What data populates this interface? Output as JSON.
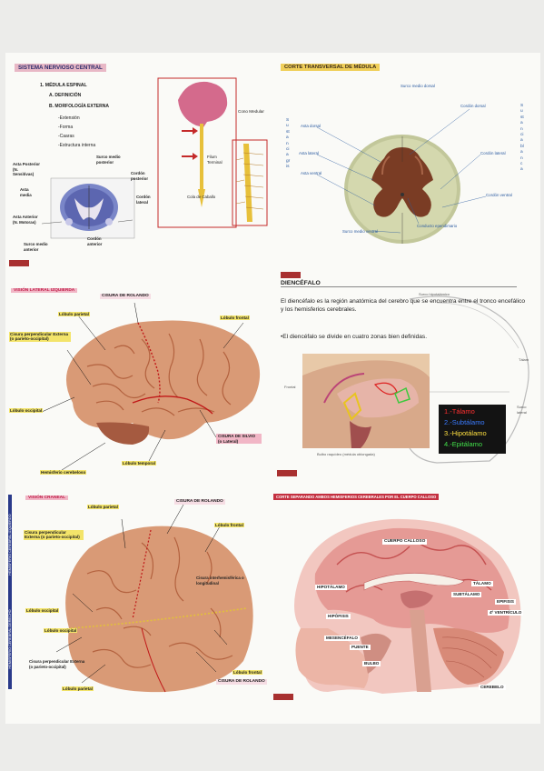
{
  "p1": {
    "title": "SISTEMA NERVIOSO CENTRAL",
    "list": [
      "1. MÉDULA ESPINAL",
      "A. DEFINICIÓN",
      "B. MORFOLOGÍA EXTERNA",
      "-Extensión",
      "-Forma",
      "-Caaras",
      "-Estructura interna"
    ],
    "cono_medular": "Cono Medular",
    "filum_terminal": "Filum Terminal",
    "cola_caballo": "Cola de Caballo",
    "asta_posterior": "Asta Posterior (N. Sensitivas)",
    "asta_media": "Asta media",
    "asta_anterior": "Asta Anterior (N. Motoras)",
    "surco_medio_posterior": "Surco medio posterior",
    "cordon_posterior": "Cordón posterior",
    "cordon_lateral": "Cordón lateral",
    "cordon_anterior": "Cordón anterior",
    "surco_medio_anterior": "Surco medio anterior"
  },
  "p2": {
    "title": "CORTE TRANSVERSAL DE MÉDULA",
    "surco_medio_dorsal": "Surco medio dorsal",
    "cordon_dorsal": "Cordón dorsal",
    "asta_dorsal": "Asta dorsal",
    "asta_lateral": "Asta lateral",
    "asta_ventral": "Asta ventral",
    "cordon_lateral": "Cordón lateral",
    "cordon_ventral": "Cordón ventral",
    "surco_medio_ventral": "Surco medio ventral",
    "conducto_ependimario": "Conducto ependimario",
    "sustancia_gris": "Sustancia gris",
    "sustancia_blanca": "Sustancia blanca"
  },
  "p3": {
    "title": "VISIÓN LATERAL IZQUIERDA",
    "cisura_rolando": "CISURA DE ROLANDO",
    "lobulo_parietal": "Lóbulo parietal",
    "lobulo_frontal": "Lóbulo frontal",
    "cisura_perpendicular": "Cisura perpendicular Externa (o parieto-occipital)",
    "lobulo_occipital": "Lóbulo occipital",
    "cisura_silvio": "CISURA DE SILVIO (o Lateral)",
    "lobulo_temporal": "Lóbulo temporal",
    "hemisferio_cerebeloso": "Hemisferio cerebeloso"
  },
  "p4": {
    "title": "DIENCÉFALO",
    "definition": "El diencéfalo es la región anatómica del cerebro que se encuentra entre el tronco encefálico y los hemisferios cerebrales.",
    "divides": "•El diencéfalo se divide en cuatro zonas bien definidas.",
    "zones": [
      {
        "label": "1.-Tálamo",
        "color": "#ff3030"
      },
      {
        "label": "2.-Subtálamo",
        "color": "#3a7bff"
      },
      {
        "label": "3.-Hipotálamo",
        "color": "#ffe040"
      },
      {
        "label": "4.-Epitálamo",
        "color": "#42e04a"
      }
    ],
    "surco_hipotalamico": "Surco hipotalámico",
    "frontal": "Frontal",
    "tubulo": "Tálam",
    "surco_lateral": "Surco lateral",
    "bulbo": "Bulbo raquídeo (médula oblongada)"
  },
  "p5": {
    "title": "VISIÓN CRANEAL",
    "side_label_1": "HEMISFERIO CEREBRAL IZQUIERDO",
    "side_label_2": "HEMISFERIO CEREBRAL DERECHO",
    "cisura_rolando": "CISURA DE ROLANDO",
    "cisura_rolando_2": "CISURA DE ROLANDO",
    "lobulo_parietal": "Lóbulo parietal",
    "lobulo_parietal_2": "Lóbulo parietal",
    "lobulo_frontal": "Lóbulo frontal",
    "lobulo_frontal_2": "Lóbulo frontal",
    "cisura_perp_1": "Cisura perpendicular Externa (o parieto-occipital)",
    "cisura_perp_2": "Cisura perpendicular Externa (o parieto-occipital)",
    "cisura_interhemisferica": "Cisura interhemisférica o longitudinal",
    "lobulo_occipital_1": "Lóbulo occipital",
    "lobulo_occipital_2": "Lóbulo occipital"
  },
  "p6": {
    "title": "CORTE SEPARANDO AMBOS HEMISFERIOS CEREBRALES POR EL CUERPO CALLOSO",
    "cuerpo_calloso": "CUERPO CALLOSO",
    "talamo": "TÁLAMO",
    "hipotalamo": "HIPOTÁLAMO",
    "subtalamo": "SUBTÁLAMO",
    "epifisis": "EPIFISIS",
    "hipofisis": "HIPÓFISIS",
    "ventriculo": "4º VENTRÍCULO",
    "mesencefalo": "MESENCÉFALO",
    "puente": "PUENTE",
    "bulbo": "BULBO",
    "cerebelo": "CEREBELO"
  }
}
